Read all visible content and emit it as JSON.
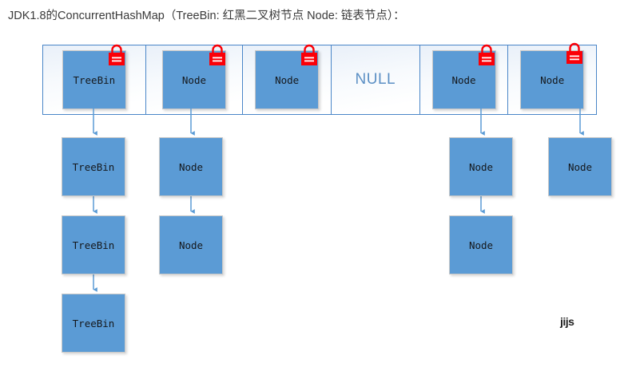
{
  "title": "JDK1.8的ConcurrentHashMap（TreeBin: 红黑二叉树节点 Node: 链表节点）：",
  "watermark": "jijs",
  "colors": {
    "node_fill": "#5b9bd5",
    "table_border": "#4a86c8",
    "lock_red": "#fb0007",
    "null_text": "#5b8fc4",
    "arrow": "#5b9bd5",
    "title_text": "#3a3a3a"
  },
  "legend": {
    "treebin_meaning": "红黑二叉树节点",
    "node_meaning": "链表节点"
  },
  "buckets": [
    {
      "index": 0,
      "head_label": "TreeBin",
      "locked": true,
      "lock_icon": "padlock-icon",
      "is_null": false,
      "chain": [
        "TreeBin",
        "TreeBin",
        "TreeBin"
      ]
    },
    {
      "index": 1,
      "head_label": "Node",
      "locked": true,
      "lock_icon": "padlock-icon",
      "is_null": false,
      "chain": [
        "Node",
        "Node"
      ]
    },
    {
      "index": 2,
      "head_label": "Node",
      "locked": true,
      "lock_icon": "padlock-icon",
      "is_null": false,
      "chain": []
    },
    {
      "index": 3,
      "head_label": "NULL",
      "locked": false,
      "lock_icon": null,
      "is_null": true,
      "chain": []
    },
    {
      "index": 4,
      "head_label": "Node",
      "locked": true,
      "lock_icon": "padlock-icon",
      "is_null": false,
      "chain": [
        "Node",
        "Node"
      ]
    },
    {
      "index": 5,
      "head_label": "Node",
      "locked": true,
      "lock_icon": "padlock-icon",
      "is_null": false,
      "chain": [
        "Node"
      ]
    }
  ]
}
